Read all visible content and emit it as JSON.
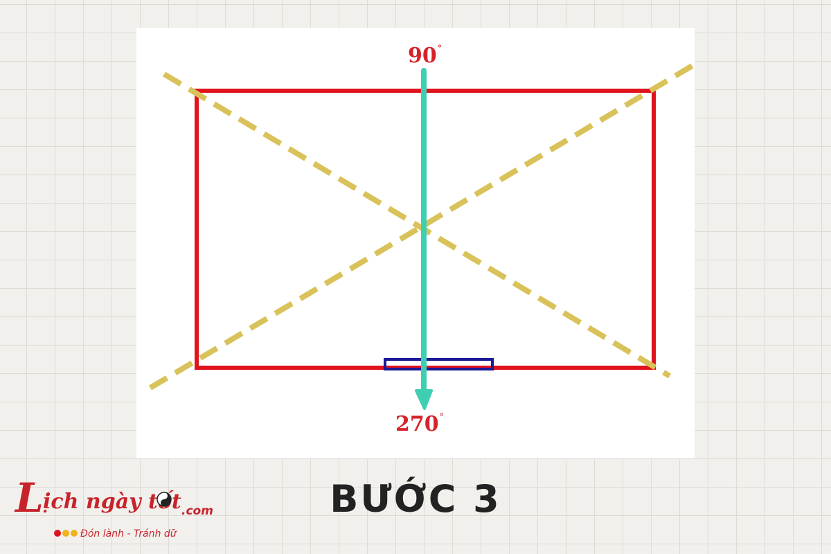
{
  "diagram": {
    "top_angle": "90",
    "bottom_angle": "270",
    "degree_symbol": "°"
  },
  "step_title": "BƯỚC 3",
  "logo": {
    "first_letter": "L",
    "script_text": "ịch ngày tốt",
    "domain_suffix": ".com",
    "slogan": "Đón lành - Tránh dữ"
  },
  "colors": {
    "rectangle": "#e0131c",
    "diagonals": "#d9c25a",
    "arrow": "#3ecfb3",
    "door": "#1b1a97",
    "angle_labels": "#d6222a",
    "logo": "#c8232b"
  }
}
